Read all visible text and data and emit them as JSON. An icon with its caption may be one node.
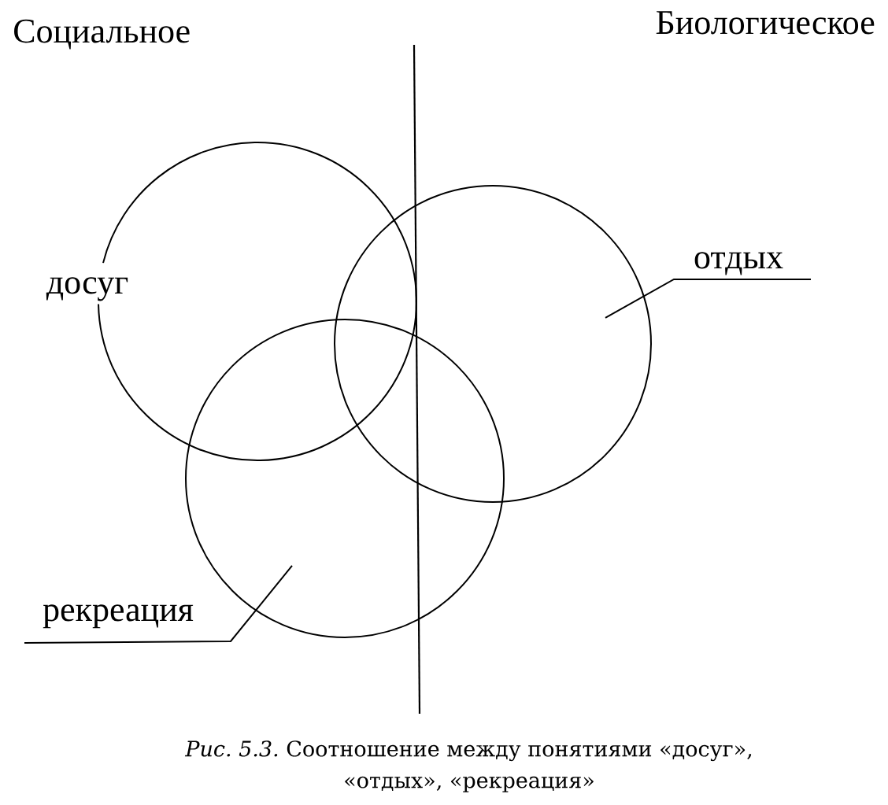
{
  "diagram": {
    "caption": "*Рис. 5.3.* Соотношение между понятиями «досуг», «отдых», «рекреация»",
    "nodes": [
      {
        "text": [
          "досуг"
        ]
      },
      {
        "text": [],
        "shape": "circle"
      },
      {
        "text": [
          "отдых"
        ]
      },
      {
        "text": [],
        "shape": "circle"
      },
      {
        "text": [
          "рекреация"
        ]
      }
    ],
    "edges": [
      {
        "from": 2,
        "to": 1,
        "arrow": "none"
      },
      {
        "from": 4,
        "to": 3,
        "arrow": "none"
      }
    ],
    "labels": [
      "Социальное",
      "Биологическое"
    ]
  }
}
